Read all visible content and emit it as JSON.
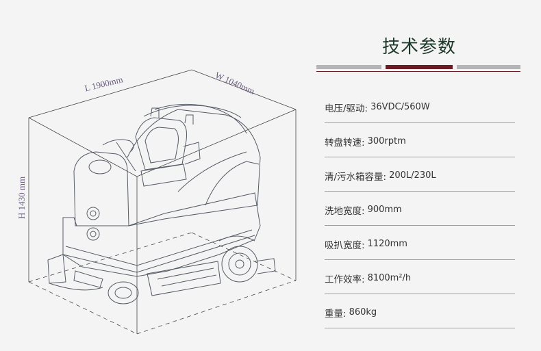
{
  "title": "技术参数",
  "dimensions": {
    "length": "L 1900mm",
    "width": "W 1040mm",
    "height": "H 1430 mm"
  },
  "specs": [
    {
      "label": "电压/驱动:",
      "value": "36VDC/560W"
    },
    {
      "label": "转盘转速:",
      "value": "300rptm"
    },
    {
      "label": "清/污水箱容量:",
      "value": "200L/230L"
    },
    {
      "label": "洗地宽度:",
      "value": "900mm"
    },
    {
      "label": "吸扒宽度:",
      "value": "1120mm"
    },
    {
      "label": "工作效率:",
      "value": "8100m²/h"
    },
    {
      "label": "重量:",
      "value": "860kg"
    }
  ],
  "colors": {
    "title_accent": "#6b1b23",
    "bar_gray": "#b5b5b8",
    "dimension_text": "#6a5a7e",
    "line_art": "#555a63"
  }
}
